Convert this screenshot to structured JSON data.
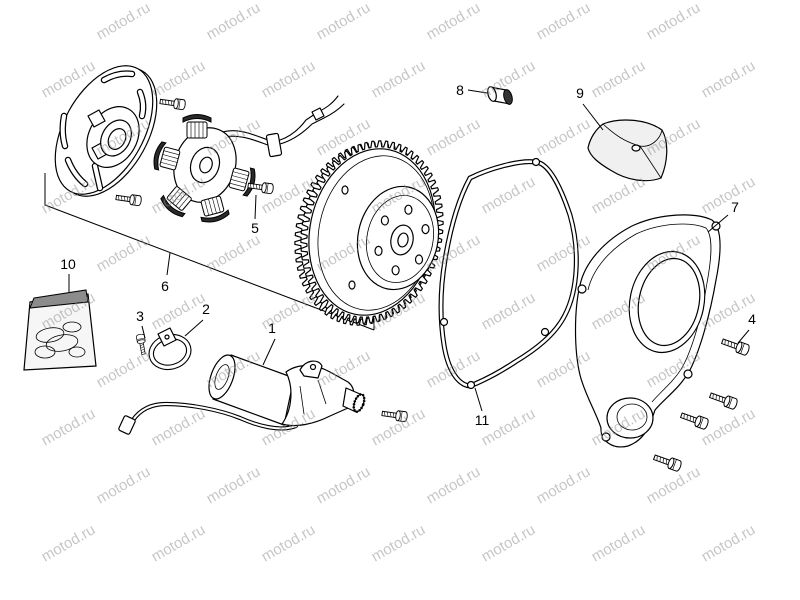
{
  "watermark": "motod.ru",
  "callouts": [
    "1",
    "2",
    "3",
    "4",
    "5",
    "6",
    "7",
    "8",
    "9",
    "10",
    "11"
  ]
}
